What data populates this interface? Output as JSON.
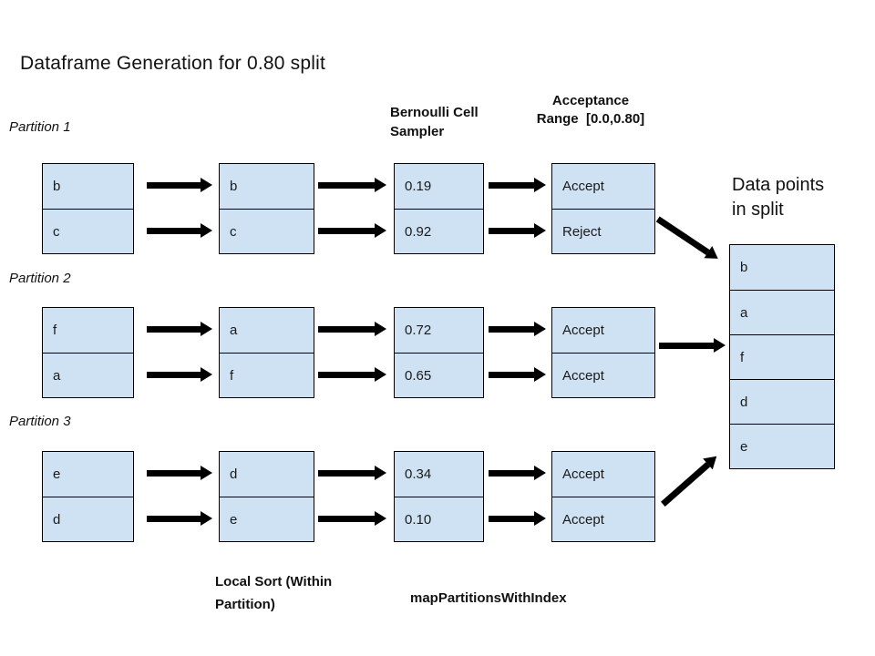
{
  "title": "Dataframe Generation for 0.80 split",
  "colors": {
    "box_fill": "#cfe2f3",
    "box_border": "#000000",
    "arrow": "#000000",
    "text": "#111111"
  },
  "headers": {
    "bernoulli": "Bernoulli Cell\nSampler",
    "acceptance": "Acceptance\nRange  [0.0,0.80]"
  },
  "partitions": [
    {
      "label": "Partition 1",
      "input": [
        "b",
        "c"
      ],
      "sorted": [
        "b",
        "c"
      ],
      "samples": [
        "0.19",
        "0.92"
      ],
      "decisions": [
        "Accept",
        "Reject"
      ]
    },
    {
      "label": "Partition 2",
      "input": [
        "f",
        "a"
      ],
      "sorted": [
        "a",
        "f"
      ],
      "samples": [
        "0.72",
        "0.65"
      ],
      "decisions": [
        "Accept",
        "Accept"
      ]
    },
    {
      "label": "Partition 3",
      "input": [
        "e",
        "d"
      ],
      "sorted": [
        "d",
        "e"
      ],
      "samples": [
        "0.34",
        "0.10"
      ],
      "decisions": [
        "Accept",
        "Accept"
      ]
    }
  ],
  "output": {
    "label": "Data points\nin split",
    "values": [
      "b",
      "a",
      "f",
      "d",
      "e"
    ]
  },
  "footers": {
    "local_sort": "Local Sort (Within\nPartition)",
    "map_partitions": "mapPartitionsWithIndex"
  }
}
